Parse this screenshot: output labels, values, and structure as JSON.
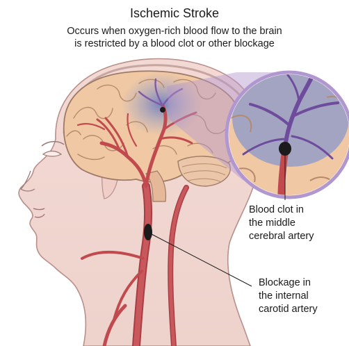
{
  "diagram": {
    "title": "Ischemic Stroke",
    "subtitle_line1": "Occurs when oxygen-rich blood flow to the brain",
    "subtitle_line2": "is restricted by a blood clot or other blockage",
    "callouts": [
      {
        "lines": [
          "Blood clot in",
          "the middle",
          "cerebral artery"
        ]
      },
      {
        "lines": [
          "Blockage in",
          "the internal",
          "carotid artery"
        ]
      }
    ],
    "colors": {
      "skin": "#f3d9d4",
      "skin_edge": "#b88f8a",
      "brain": "#f0c8a4",
      "brain_ischemic": "#8f9bc8",
      "artery": "#c14a4f",
      "clot": "#1b1b1b",
      "inset_glow": "#b197cf"
    }
  }
}
